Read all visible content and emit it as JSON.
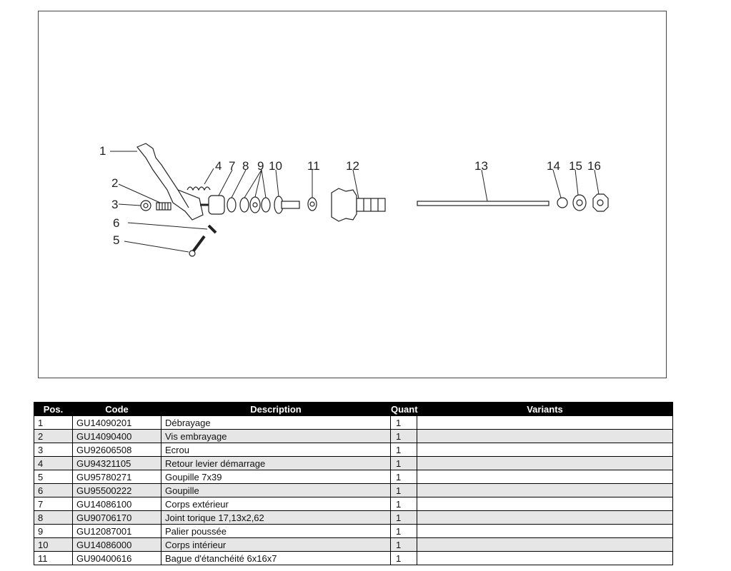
{
  "diagram": {
    "callouts": [
      "1",
      "2",
      "3",
      "4",
      "5",
      "6",
      "7",
      "8",
      "9",
      "10",
      "11",
      "12",
      "13",
      "14",
      "15",
      "16"
    ]
  },
  "table": {
    "headers": {
      "pos": "Pos.",
      "code": "Code",
      "description": "Description",
      "quant": "Quant",
      "variants": "Variants"
    },
    "rows": [
      {
        "pos": "1",
        "code": "GU14090201",
        "description": "Débrayage",
        "quant": "1",
        "variants": ""
      },
      {
        "pos": "2",
        "code": "GU14090400",
        "description": "Vis embrayage",
        "quant": "1",
        "variants": ""
      },
      {
        "pos": "3",
        "code": "GU92606508",
        "description": "Ecrou",
        "quant": "1",
        "variants": ""
      },
      {
        "pos": "4",
        "code": "GU94321105",
        "description": "Retour levier démarrage",
        "quant": "1",
        "variants": ""
      },
      {
        "pos": "5",
        "code": "GU95780271",
        "description": "Goupille 7x39",
        "quant": "1",
        "variants": ""
      },
      {
        "pos": "6",
        "code": "GU95500222",
        "description": "Goupille",
        "quant": "1",
        "variants": ""
      },
      {
        "pos": "7",
        "code": "GU14086100",
        "description": "Corps extérieur",
        "quant": "1",
        "variants": ""
      },
      {
        "pos": "8",
        "code": "GU90706170",
        "description": "Joint torique 17,13x2,62",
        "quant": "1",
        "variants": ""
      },
      {
        "pos": "9",
        "code": "GU12087001",
        "description": "Palier poussée",
        "quant": "1",
        "variants": ""
      },
      {
        "pos": "10",
        "code": "GU14086000",
        "description": "Corps intérieur",
        "quant": "1",
        "variants": ""
      },
      {
        "pos": "11",
        "code": "GU90400616",
        "description": "Bague d'étanchéité 6x16x7",
        "quant": "1",
        "variants": ""
      }
    ]
  }
}
